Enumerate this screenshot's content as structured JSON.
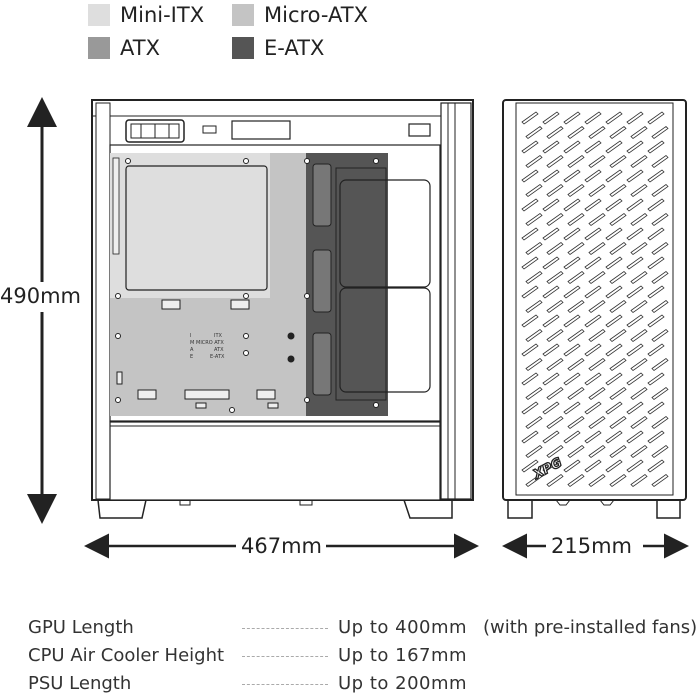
{
  "legend": [
    {
      "label": "Mini-ITX",
      "color": "#dedede"
    },
    {
      "label": "Micro-ATX",
      "color": "#c4c4c4"
    },
    {
      "label": "ATX",
      "color": "#999999"
    },
    {
      "label": "E-ATX",
      "color": "#555555"
    }
  ],
  "dimensions": {
    "height": "490mm",
    "length": "467mm",
    "width": "215mm"
  },
  "board_labels": {
    "itx": "ITX",
    "micro_atx": "MICRO ATX",
    "atx": "ATX",
    "e_atx": "E-ATX",
    "i": "I",
    "m": "M",
    "a": "A",
    "e": "E"
  },
  "brand": "XPG",
  "specs": [
    {
      "label": "GPU Length",
      "value": "Up to 400mm",
      "note": "(with pre-installed fans)"
    },
    {
      "label": "CPU Air Cooler Height",
      "value": "Up to 167mm",
      "note": ""
    },
    {
      "label": "PSU Length",
      "value": "Up to 200mm",
      "note": ""
    }
  ]
}
